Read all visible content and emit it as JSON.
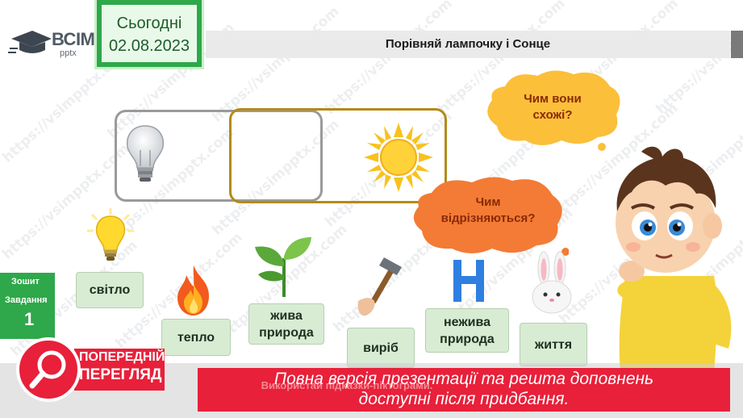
{
  "logo": {
    "text": "ВСІМ",
    "sub": "pptx"
  },
  "date_box": {
    "label": "Сьогодні",
    "date": "02.08.2023"
  },
  "title": "Порівняй лампочку і Сонце",
  "bubbles": {
    "similar": "Чим вони схожі?",
    "different": "Чим відрізняються?"
  },
  "cards": {
    "light": "світло",
    "heat": "тепло",
    "living_nature": "жива природа",
    "product": "виріб",
    "nonliving_nature": "нежива природа",
    "life": "життя"
  },
  "side_tab": {
    "line1": "Зошит",
    "line2": "Завдання",
    "number": "1"
  },
  "preview": {
    "badge_line1": "ПОПЕРЕДНІЙ",
    "badge_line2": "ПЕРЕГЛЯД",
    "hint": "Використай підказки-піктограми.",
    "message_line1": "Повна версія презентації та решта доповнень",
    "message_line2": "доступні після придбання."
  },
  "watermark": "https://vsimpptx.com",
  "colors": {
    "green": "#2ea84a",
    "title_bar": "#eaeaea",
    "card_bg": "#d8ecd4",
    "bubble": "#fbbf3a",
    "preview_red": "#e8203a",
    "sun_box_border": "#b38a16"
  },
  "icons": {
    "light_bulb": "light-bulb-icon",
    "sun": "sun-icon",
    "glowing_bulb": "glowing-bulb-icon",
    "fire": "fire-icon",
    "sprout": "sprout-icon",
    "hammer": "hammer-icon",
    "letter_h": "letter-h-icon",
    "rabbit": "rabbit-icon",
    "boy": "thinking-boy-illustration",
    "search": "search-icon"
  }
}
